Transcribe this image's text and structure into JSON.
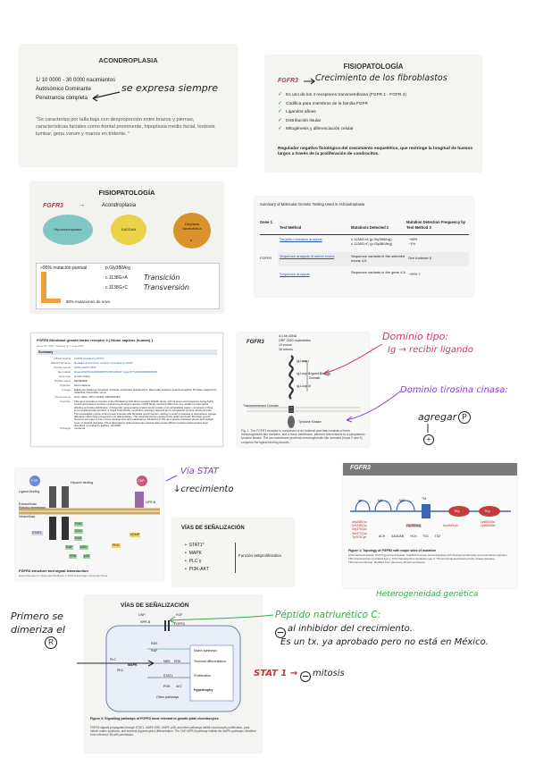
{
  "slide1": {
    "title": "ACONDROPLASIA",
    "line1": "1/ 10 0000 - 30 0000  nacimientos",
    "line2": "Autosómico Dominante",
    "line3": "Penetrancia completa",
    "quote": "\"Se caracteriza por  talla baja con desproporción entre brazos y piernas, características faciales como frontal prominente, hipoplasia medio facial, lordosis lumbar, genu varum y manos en tridente. \""
  },
  "note1": "se expresa siempre",
  "slide2": {
    "title": "FISIOPATOLOGÍA",
    "gene": "FGFR3",
    "bullets": [
      "Es uno de los 4 receptores transmembrana  (FGFR 1 - FGFR 4)",
      "Codifica para miembros de la familia FGFR",
      "Ligandos  afines",
      "Distribución tisular",
      "Mitogénesis y diferenciación celular"
    ],
    "final": "Regulador negativo fisiológico del crecimiento   esquelético, que restringe la longitud de huesos largos a través de la proliferación de condrocitos."
  },
  "note2": "Crecimiento de los fibroblastos",
  "slide3": {
    "title": "FISIOPATOLOGÍA",
    "gene": "FGFR3",
    "arrow": "→",
    "target": "Acondroplasia",
    "ovals": [
      "Hipocondroplasia",
      "SADDAN",
      "Displasia tanatofórica"
    ],
    "oval3_suffix": "s",
    "mut1": ">95%  mutación puntual",
    "mut1b": "p.Gly380Arg",
    "mut2": "c.1138G>A",
    "mut3": "c.1138G>C",
    "mut4": "80% mutaciones de novo"
  },
  "note3a": "Transición",
  "note3b": "Transversión",
  "slide4": {
    "title": "Summary of Molecular Genetic Testing Used in Achondroplasia",
    "headers": [
      "Gene 1",
      "Test Method",
      "Mutations Detected 2",
      "Mutation Detection Frequency by Test Method 3"
    ],
    "gene": "FGFR3",
    "rows": [
      [
        "Targeted mutation analysis",
        "c.1138G>A (p.Gly380Arg)\nc.1138G>C (p.Gly380Arg)",
        "~98%\n~1%"
      ],
      [
        "Sequence analysis of select exons",
        "Sequence variants in the selected exons 4,5",
        "See footnote 6"
      ],
      [
        "Sequence analysis",
        "Sequence variants in the gene 4,5",
        "~99% 7"
      ]
    ]
  },
  "slide5": {
    "header": "FGFR3  fibroblast growth factor receptor 3 [ Homo sapiens (human) ]",
    "sub": "Gene ID: 2261, updated on 7-Aug-2016",
    "section": "Summary",
    "fields": [
      [
        "Official Symbol",
        "FGFR3 provided by HGNC"
      ],
      [
        "Official Full Name",
        "fibroblast growth factor receptor 3 provided by HGNC"
      ],
      [
        "Primary source",
        "HGNC:HGNC:3690"
      ],
      [
        "See related",
        "Ensembl:ENSG00000068078 MIM:134934; Vega:OTTHUMG00000090165"
      ],
      [
        "Gene type",
        "protein coding"
      ],
      [
        "RefSeq status",
        "REVIEWED"
      ],
      [
        "Organism",
        "Homo sapiens"
      ],
      [
        "Lineage",
        "Eukaryota; Metazoa; Chordata; Craniata; Vertebrata; Euteleostomi; Mammalia; Eutheria; Euarchontoglires; Primates; Haplorrhini; Catarrhini; Hominidae; Homo"
      ],
      [
        "Also known as",
        "ACH; CEK2; JTK4; CD333; HSFGFR3EX"
      ],
      [
        "Summary",
        "This gene encodes a member of the fibroblast growth factor receptor (FGFR) family, with its amino acid sequence being highly conserved between members and among divergent species. FGFR family members differ from one another in their ligand affinities and tissue distribution. A full-length representative protein would consist of an extracellular region, composed of three immunoglobulin-like domains, a single hydrophobic membrane-spanning segment and a cytoplasmic tyrosine kinase domain. The extracellular portion of the protein interacts with fibroblast growth factors, setting in motion a cascade of downstream signals, ultimately influencing mitogenesis and differentiation. This particular family member binds acidic and basic fibroblast growth hormone and plays a role in bone development and maintenance. Mutations in this gene lead to craniosynostosis and multiple types of skeletal dysplasia. Three alternatively spliced transcript variants that encode different protein isoforms have been described. [provided by RefSeq, Jul 2008]"
      ],
      [
        "Orthologs",
        "mouse  all"
      ]
    ]
  },
  "slide6": {
    "label": "FGFR3",
    "top1": "4.4 kb cDNA",
    "top2": "ORF 2520 nucleotides",
    "top3": "19 exons",
    "top4": "16 introns",
    "ig1": "Ig-Loop I",
    "ig2": "Ig-Loop II",
    "ig3": "Ig-Loop III",
    "ligand": "Ligand Binding Domain",
    "tm": "Transmembrane Domain",
    "tk": "Tyrosine Kinase",
    "caption": "Fig. 1. The FGFR3 receptor is composed of an external part that consists of three immunoglobulin-like domains, and a trans-membrane, element that extends to a cytoplasmic tyrosine kinase. The two membrane proximal immunoglobulin-like domains (loops 2 and 3) comprise the ligand-binding domain."
  },
  "note6a_title": "Dominio tipo:",
  "note6a_line": "Ig → recibir ligando",
  "note6b_title": "Dominio tirosina cinasa:",
  "note6b_line": "agregar",
  "note6b_p": "P",
  "note6b_plus": "+",
  "slide7": {
    "fgf": "FGF",
    "cnp": "CNP",
    "ligand": "Ligand binding",
    "hep": "Heparin binding",
    "extra": "Extracellular",
    "plasma": "Plasma membrane",
    "intra": "Intracellular",
    "nprb": "NPR-B",
    "boxes": [
      "STAT1",
      "PI3K",
      "SOS",
      "RAS",
      "RAF",
      "MEK",
      "ERK",
      "p38",
      "PKG",
      "cGMP"
    ],
    "caption": "FGFR3 structure and signal transduction",
    "source": "Expert Reviews in Molecular Medicine © 2015 Cambridge University Press"
  },
  "note7a": "Vía STAT",
  "note7b": "↓crecimiento",
  "slide8": {
    "title": "VÍAS DE SEÑALIZACIÓN",
    "items": [
      "STAT1*",
      "MAPK",
      "PLC γ",
      "PI3K-AKT"
    ],
    "function": "Función antiproliferativa"
  },
  "slide9": {
    "label": "FGFR3",
    "ig1": "IgI",
    "ig2": "IgII",
    "ig3": "IgIII",
    "tm": "TM",
    "tk1": "TKp",
    "tk2": "TKp",
    "mut_left": "Arg248Cys\nSer249Cys\nGly370Cys\nSer371Cys\nTyr373Cys",
    "mut_mid": "Gly380Arg",
    "mut_right": "Asn540Lys",
    "mut_far": "Lys650Glu\nLys650Met",
    "labels": [
      "ACH",
      "SADDAN",
      "HCH",
      "TD1",
      "TD2"
    ],
    "caption": "Figure 1: Topology of FGFR3 with major sites of mutation",
    "caption2": "ACH=achondroplasia. HYP=hypochondroplasia. SADDAN=severe achondroplasia with developmental delay and acanthosis nigricans. TD1=thanatophoric dysplasia type I. TD2=thanatophoric dysplasia type II. TKp=proximal and distal tyrosine kinase domains. TM=transmembrane. Modified from reference 28 with permission."
  },
  "note9": "Heterogeneidad genética",
  "slide10": {
    "title": "VÍAS DE SEÑALIZACIÓN",
    "cnp": "CNP",
    "npr": "NPR-B",
    "fgf": "FGF",
    "fgfr3": "FGFR3",
    "nodes": [
      "PLC",
      "PKC",
      "MAPK",
      "RAS",
      "RAF",
      "MEK",
      "ERK",
      "STAT1",
      "PI3K",
      "AKT",
      "Other pathways"
    ],
    "outputs": [
      "Matrix synthesis",
      "Terminal differentiation",
      "Proliferation",
      "Hypertrophy"
    ],
    "caption": "Figure 3: Signalling pathways of FGFR3 most relevant to growth plate chondrocytes",
    "caption2": "FGFR3 signals propagated through STAT1, MAPK ERK, MAPK p38, and other pathways inhibit chondrocyte proliferation, post-mitotic matrix synthesis, and terminal (hypertrophic) differentiation. The CNP-NPR-B pathway inhibits the MAPK pathways. Modified from reference 39 with permission."
  },
  "note10a": "Primero se dimeriza el",
  "note10a_r": "R",
  "note10b": "Péptido natriurético C:",
  "note10c": "al inhibidor del crecimiento.",
  "note10d": "Es un tx. ya aprobado pero no está en México.",
  "note10e": "STAT 1 →",
  "note10f": "mitosis",
  "colors": {
    "red": "#c8323a",
    "purple": "#8a3fc8",
    "green": "#3aa64a",
    "pink": "#d0346a"
  }
}
